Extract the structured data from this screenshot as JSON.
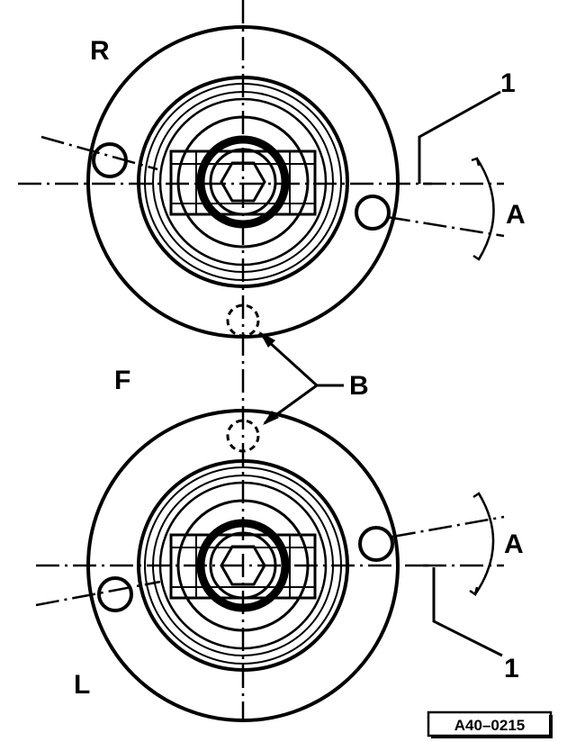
{
  "labels": {
    "top_side": "R",
    "bottom_side": "L",
    "front": "F",
    "angle_top": "A",
    "angle_bottom": "A",
    "callout_1_top": "1",
    "callout_1_bottom": "1",
    "callout_b": "B"
  },
  "reference_code": "A40–0215",
  "colors": {
    "ink": "#000000",
    "paper": "#ffffff"
  }
}
